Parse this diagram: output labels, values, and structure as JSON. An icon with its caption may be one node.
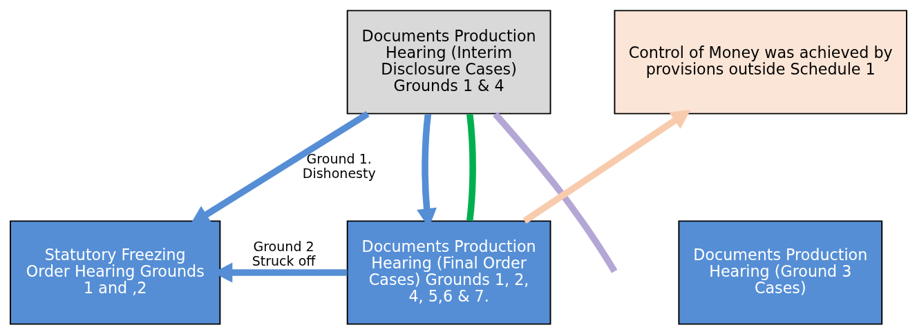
{
  "diagram": {
    "nodes": [
      {
        "text": [
          "Documents Production Hearing (Interim Disclosure Cases) Grounds 1 & 4"
        ]
      },
      {
        "text": [
          "Control of Money was achieved by provisions outside Schedule 1"
        ]
      },
      {
        "text": [
          "Statutory Freezing Order Hearing Grounds 1 and ,2"
        ]
      },
      {
        "text": [
          "Documents Production Hearing (Final Order Cases) Grounds 1, 2, 4, 5,6 & 7."
        ]
      },
      {
        "text": [
          "Documents Production Hearing (Ground 3 Cases)"
        ]
      }
    ],
    "edges": [
      {
        "from": 0,
        "to": 2,
        "arrow": "to",
        "label": "Ground 1. Dishonesty"
      },
      {
        "from": 0,
        "to": 3,
        "arrow": "to"
      },
      {
        "from": 0,
        "to": 3,
        "arrow": "none",
        "color": "#00b050"
      },
      {
        "from": 3,
        "to": 1,
        "arrow": "to",
        "color": "#f8cbad"
      },
      {
        "from": 3,
        "to": 2,
        "arrow": "to",
        "label": "Ground 2 Struck off"
      },
      {
        "from": 0,
        "to": null,
        "arrow": "none",
        "color": "#b4a7d6"
      }
    ]
  }
}
